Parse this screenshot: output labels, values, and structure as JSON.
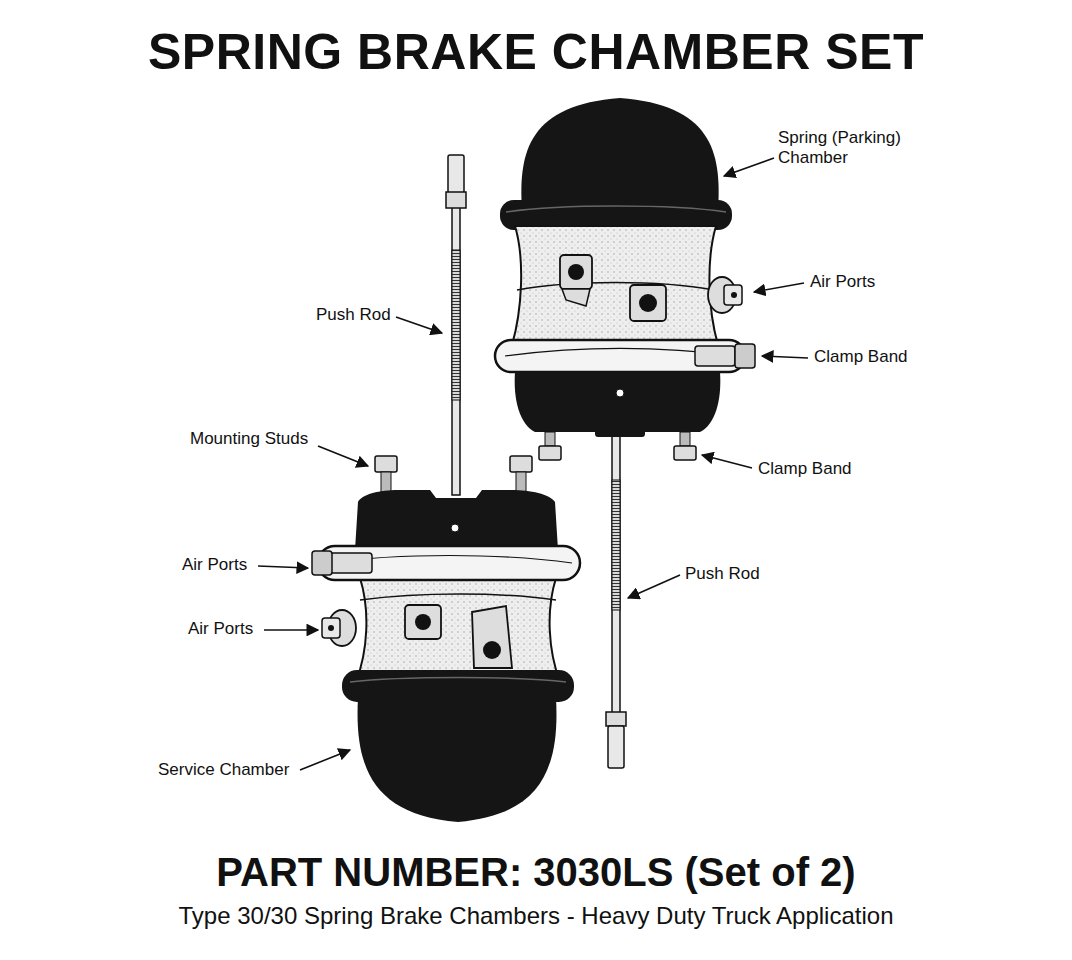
{
  "diagram": {
    "title": "SPRING BRAKE CHAMBER SET",
    "caption": "PART NUMBER: 3030LS (Set of 2)",
    "labels": [
      "Spring (Parking) Chamber",
      "Air Ports",
      "Push Rod",
      "Clamp Band",
      "Mounting Studs",
      "Clamp Band",
      "Air Ports",
      "Push Rod",
      "Air Ports",
      "Service Chamber",
      "Type 30/30 Spring Brake Chambers - Heavy Duty Truck Application"
    ]
  }
}
